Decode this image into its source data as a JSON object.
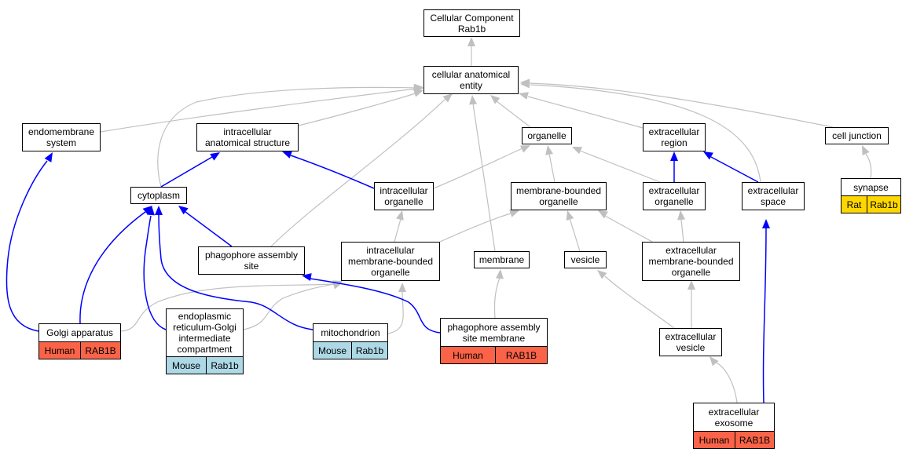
{
  "colors": {
    "gray_edge": "#c0c0c0",
    "blue_edge": "#0000ff",
    "human": "#fa6347",
    "mouse": "#add8e6",
    "rat": "#ffd700"
  },
  "nodes": {
    "root": "Cellular Component\nRab1b",
    "cae": "cellular anatomical\nentity",
    "endomembrane": "endomembrane\nsystem",
    "ias": "intracellular\nanatomical structure",
    "organelle": "organelle",
    "ecr": "extracellular\nregion",
    "celljunction": "cell junction",
    "cytoplasm": "cytoplasm",
    "icorg": "intracellular\norganelle",
    "mbo": "membrane-bounded\norganelle",
    "ecorg": "extracellular\norganelle",
    "ecspace": "extracellular\nspace",
    "phagsite": "phagophore assembly\nsite",
    "icmbo": "intracellular\nmembrane-bounded\norganelle",
    "membrane": "membrane",
    "vesicle": "vesicle",
    "ecmbo": "extracellular\nmembrane-bounded\norganelle",
    "ecvesicle": "extracellular\nvesicle"
  },
  "annotated": {
    "golgi": {
      "label": "Golgi apparatus",
      "species": "Human",
      "gene": "RAB1B"
    },
    "ergic": {
      "label": "endoplasmic\nreticulum-Golgi\nintermediate\ncompartment",
      "species": "Mouse",
      "gene": "Rab1b"
    },
    "mito": {
      "label": "mitochondrion",
      "species": "Mouse",
      "gene": "Rab1b"
    },
    "phagmem": {
      "label": "phagophore assembly\nsite membrane",
      "species": "Human",
      "gene": "RAB1B"
    },
    "synapse": {
      "label": "synapse",
      "species": "Rat",
      "gene": "Rab1b"
    },
    "exosome": {
      "label": "extracellular\nexosome",
      "species": "Human",
      "gene": "RAB1B"
    }
  }
}
